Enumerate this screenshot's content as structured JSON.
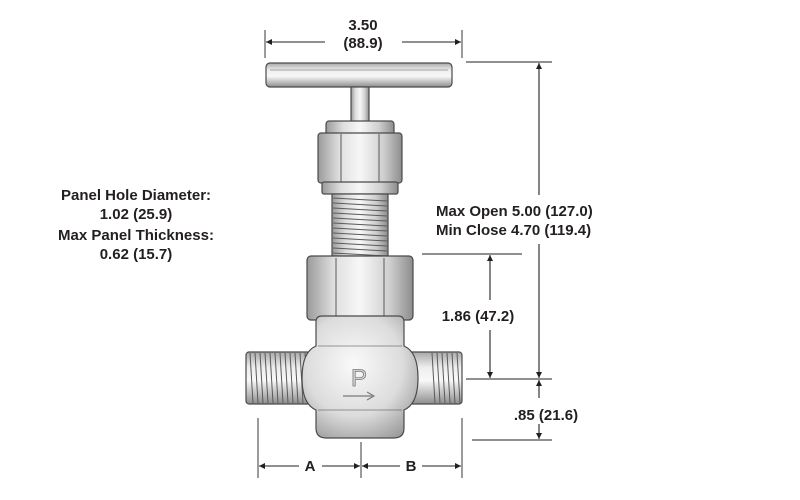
{
  "dimensions": {
    "overall_width": {
      "in": "3.50",
      "mm": "(88.9)"
    },
    "panel_hole_diameter_label": "Panel Hole Diameter:",
    "panel_hole_diameter_value": "1.02 (25.9)",
    "max_panel_thickness_label": "Max Panel Thickness:",
    "max_panel_thickness_value": "0.62 (15.7)",
    "max_open": "Max Open 5.00 (127.0)",
    "min_close": "Min Close 4.70 (119.4)",
    "panel_nut_height": "1.86 (47.2)",
    "centerline_to_bottom": ".85 (21.6)",
    "end_a": "A",
    "end_b": "B"
  },
  "body_mark": "P",
  "colors": {
    "ink": "#231f20",
    "metal_light": "#f2f2f2",
    "metal_dark": "#8a8a8a"
  }
}
